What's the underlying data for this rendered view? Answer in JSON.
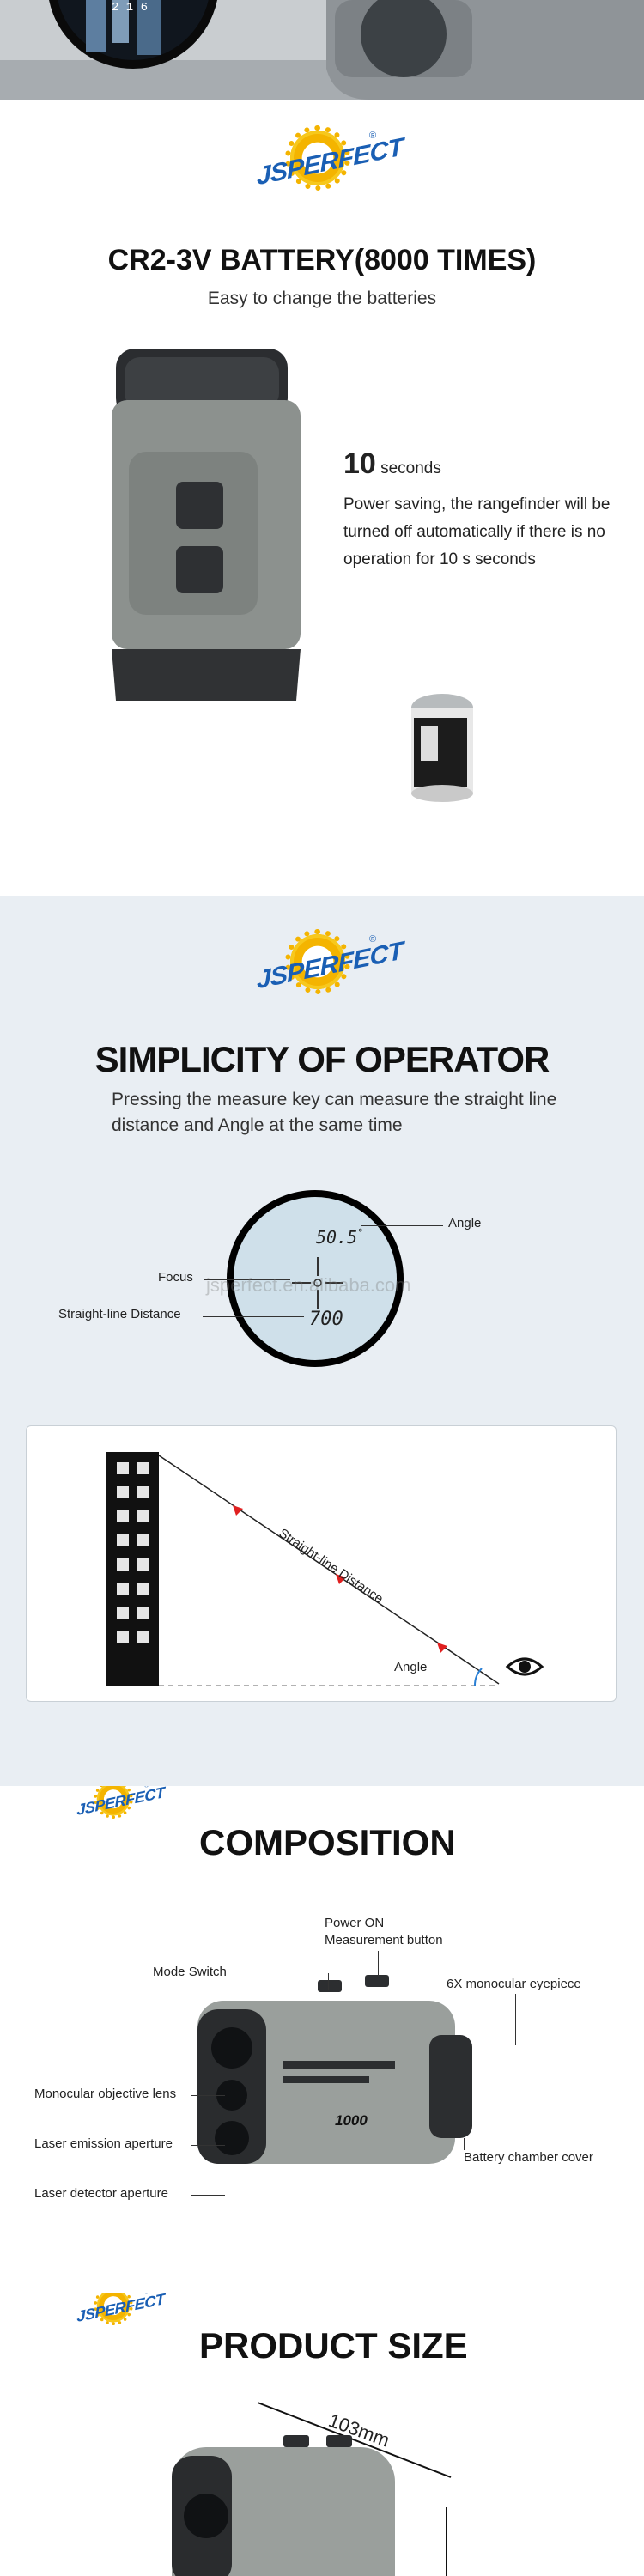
{
  "brand": {
    "name": "JSPERFECT",
    "registered": "®"
  },
  "battery": {
    "title": "CR2-3V BATTERY(8000 TIMES)",
    "subtitle": "Easy to change the batteries",
    "seconds_number": "10",
    "seconds_unit": "seconds",
    "description": "Power saving, the rangefinder will be turned off automatically if there is no operation for 10 s seconds"
  },
  "simplicity": {
    "title": "SIMPLICITY OF OPERATOR",
    "description": "Pressing the measure key can measure the straight line distance and Angle at the same time",
    "display": {
      "angle_value": "50.5",
      "degree": "°",
      "distance_value": "700"
    },
    "labels": {
      "angle": "Angle",
      "focus": "Focus",
      "straight_line": "Straight-line Distance"
    },
    "watermark": "jsperfect.en.alibaba.com",
    "diagram": {
      "distance_label": "Straight-line Distance",
      "angle_label": "Angle"
    }
  },
  "composition": {
    "title": "COMPOSITION",
    "labels": {
      "power": "Power ON\nMeasurement button",
      "mode": "Mode Switch",
      "eyepiece": "6X monocular eyepiece",
      "objective": "Monocular objective lens",
      "emission": "Laser emission aperture",
      "detector": "Laser detector aperture",
      "battery_cover": "Battery chamber cover"
    },
    "model": "1000"
  },
  "product_size": {
    "title": "PRODUCT SIZE",
    "length": "103mm"
  }
}
